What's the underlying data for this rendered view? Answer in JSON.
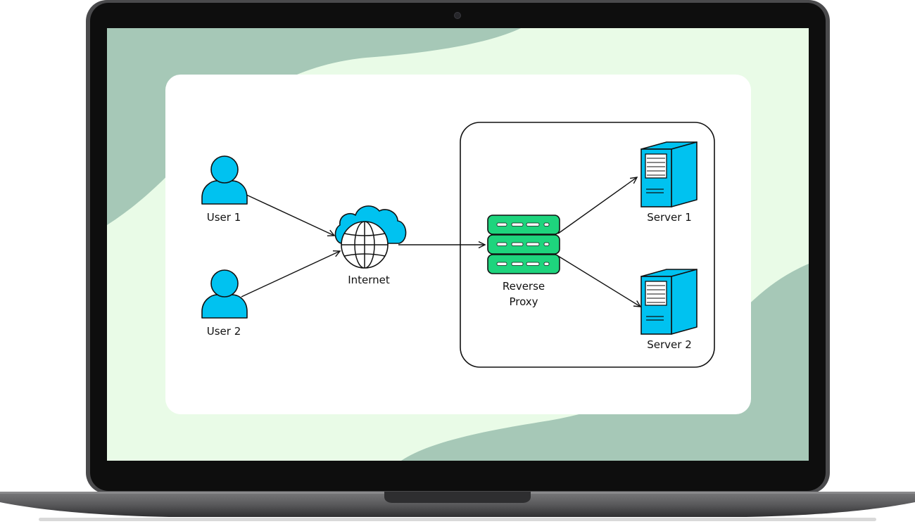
{
  "colors": {
    "bezel": "#0e0e0e",
    "laptop_body": "#5f5f61",
    "screen_bg": "#e9fbe7",
    "screen_wave": "#a6c8b7",
    "card": "#ffffff",
    "node_blue": "#00c2f0",
    "proxy_green": "#1ed47d",
    "stroke": "#111111"
  },
  "diagram": {
    "nodes": {
      "user1": {
        "label": "User 1",
        "icon": "user-icon"
      },
      "user2": {
        "label": "User 2",
        "icon": "user-icon"
      },
      "internet": {
        "label": "Internet",
        "icon": "cloud-globe-icon"
      },
      "proxy": {
        "label_line1": "Reverse",
        "label_line2": "Proxy",
        "icon": "server-rack-icon"
      },
      "server1": {
        "label": "Server 1",
        "icon": "server-tower-icon"
      },
      "server2": {
        "label": "Server 2",
        "icon": "server-tower-icon"
      }
    },
    "edges": [
      {
        "from": "user1",
        "to": "internet"
      },
      {
        "from": "user2",
        "to": "internet"
      },
      {
        "from": "internet",
        "to": "proxy"
      },
      {
        "from": "proxy",
        "to": "server1"
      },
      {
        "from": "proxy",
        "to": "server2"
      }
    ]
  }
}
